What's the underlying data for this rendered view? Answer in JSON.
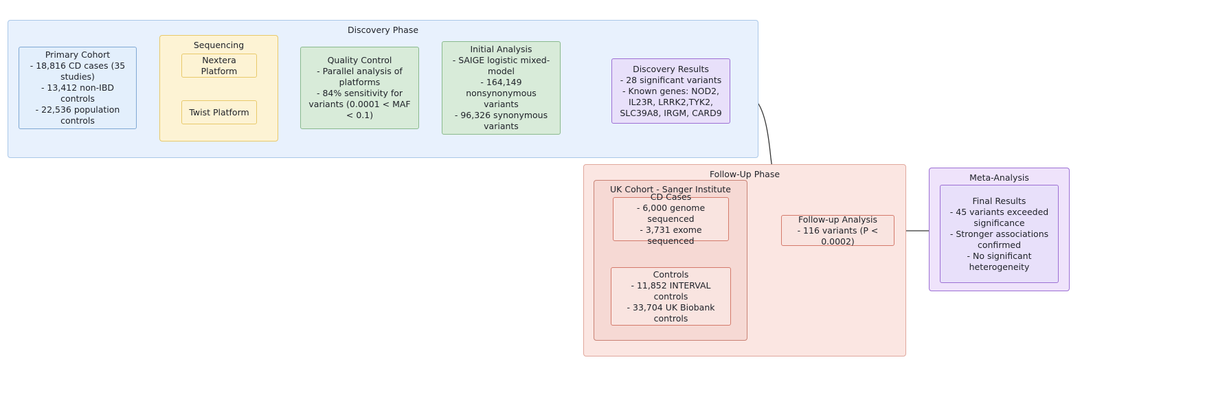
{
  "diagram": {
    "type": "flowchart",
    "clusters": [
      {
        "id": "discovery-phase",
        "title": "Discovery Phase"
      },
      {
        "id": "sequencing",
        "title": "Sequencing"
      },
      {
        "id": "followup-phase",
        "title": "Follow-Up Phase"
      },
      {
        "id": "uk-cohort",
        "title": "UK Cohort - Sanger Institute"
      },
      {
        "id": "meta-analysis",
        "title": "Meta-Analysis"
      }
    ]
  },
  "discovery": {
    "title": "Discovery Phase",
    "primary_cohort": {
      "title": "Primary Cohort",
      "lines": [
        "- 18,816 CD cases (35 studies)",
        "- 13,412 non-IBD controls",
        "- 22,536 population controls"
      ]
    },
    "sequencing": {
      "title": "Sequencing",
      "nextera": "Nextera Platform",
      "twist": "Twist Platform"
    },
    "quality_control": {
      "title": "Quality Control",
      "lines": [
        "- Parallel analysis of platforms",
        "- 84% sensitivity for variants (0.0001 < MAF < 0.1)"
      ]
    },
    "initial_analysis": {
      "title": "Initial Analysis",
      "lines": [
        "- SAIGE logistic mixed-model",
        "- 164,149 nonsynonymous variants",
        "- 96,326 synonymous variants"
      ]
    },
    "discovery_results": {
      "title": "Discovery Results",
      "lines": [
        "- 28 significant variants",
        "- Known genes: NOD2, IL23R, LRRK2,TYK2, SLC39A8, IRGM, CARD9"
      ]
    }
  },
  "followup": {
    "title": "Follow-Up Phase",
    "uk_cohort": {
      "title": "UK Cohort - Sanger Institute"
    },
    "cd_cases": {
      "title": "CD Cases",
      "lines": [
        "- 6,000 genome sequenced",
        "- 3,731 exome sequenced"
      ]
    },
    "controls": {
      "title": "Controls",
      "lines": [
        "- 11,852 INTERVAL controls",
        "- 33,704 UK Biobank controls"
      ]
    },
    "followup_analysis": {
      "title": "Follow-up Analysis",
      "lines": [
        "- 116 variants (P < 0.0002)"
      ]
    }
  },
  "meta": {
    "title": "Meta-Analysis",
    "final_results": {
      "title": "Final Results",
      "lines": [
        "- 45 variants exceeded significance",
        "- Stronger associations confirmed",
        "- No significant heterogeneity"
      ]
    }
  },
  "colors": {
    "discovery_bg": "#e8f1fd",
    "discovery_border": "#a9c7e8",
    "sequencing_bg": "#fdf3d4",
    "sequencing_border": "#e8c96a",
    "green_bg": "#d8ebd9",
    "green_border": "#89b98c",
    "purple_bg": "#e8e0fa",
    "purple_border": "#9c6fd4",
    "followup_bg": "#fbe6e2",
    "followup_border": "#e0a79c",
    "uk_bg": "#f6d9d4",
    "uk_border": "#c98274",
    "edge": "#333333"
  }
}
